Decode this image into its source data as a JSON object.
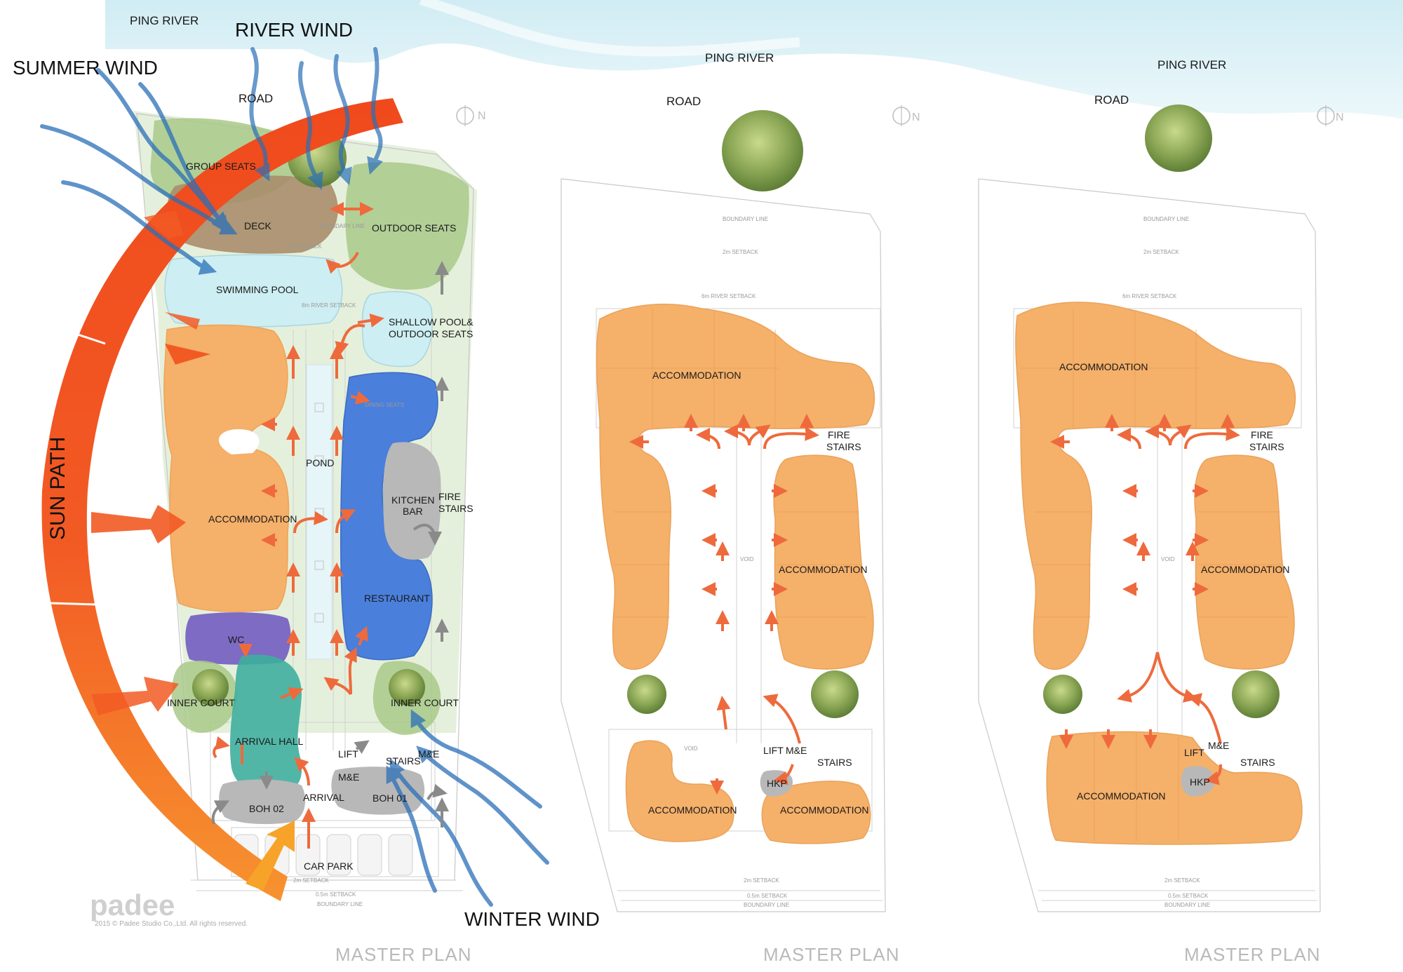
{
  "diagram": {
    "brand": {
      "logo": "padee",
      "copyright": "2015 © Padee Studio Co.,Ltd. All rights reserved."
    },
    "plan1": {
      "ping_river": "PING RIVER",
      "river_wind": "RIVER WIND",
      "summer_wind": "SUMMER WIND",
      "road": "ROAD",
      "sun_path": "SUN PATH",
      "winter_wind": "WINTER WIND",
      "north": "N",
      "group_seats": "GROUP SEATS",
      "deck": "DECK",
      "outdoor_seats": "OUTDOOR SEATS",
      "swimming_pool": "SWIMMING POOL",
      "shallow_pool_1": "SHALLOW POOL&",
      "shallow_pool_2": "OUTDOOR SEATS",
      "pond": "POND",
      "kitchen_1": "KITCHEN",
      "kitchen_2": "BAR",
      "fire_stairs_1": "FIRE",
      "fire_stairs_2": "STAIRS",
      "accommodation": "ACCOMMODATION",
      "restaurant": "RESTAURANT",
      "wc": "WC",
      "inner_court_left": "INNER COURT",
      "inner_court_right": "INNER COURT",
      "arrival_hall": "ARRIVAL HALL",
      "lift": "LIFT",
      "stairs": "STAIRS",
      "me_top": "M&E",
      "me_bottom": "M&E",
      "boh_01": "BOH 01",
      "boh_02": "BOH 02",
      "arrival": "ARRIVAL",
      "car_park": "CAR PARK",
      "master_plan": "MASTER PLAN"
    },
    "plan2": {
      "ping_river": "PING RIVER",
      "road": "ROAD",
      "north": "N",
      "accommodation_top": "ACCOMMODATION",
      "fire_1": "FIRE",
      "fire_2": "STAIRS",
      "accommodation_right": "ACCOMMODATION",
      "lift": "LIFT",
      "me": "M&E",
      "stairs": "STAIRS",
      "hkp": "HKP",
      "accommodation_bl": "ACCOMMODATION",
      "accommodation_br": "ACCOMMODATION",
      "master_plan": "MASTER PLAN"
    },
    "plan3": {
      "ping_river": "PING RIVER",
      "road": "ROAD",
      "north": "N",
      "accommodation_top": "ACCOMMODATION",
      "fire_1": "FIRE",
      "fire_2": "STAIRS",
      "accommodation_right": "ACCOMMODATION",
      "lift": "LIFT",
      "me": "M&E",
      "stairs": "STAIRS",
      "hkp": "HKP",
      "accommodation_bottom": "ACCOMMODATION",
      "master_plan": "MASTER PLAN"
    },
    "colors": {
      "accommodation": "#f5b06a",
      "restaurant": "#4a7fdc",
      "pool": "#cdeef2",
      "green": "#a9c98a",
      "deck": "#a98d6c",
      "wc": "#7d6bc4",
      "arrival": "#3fae9d",
      "service": "#b8b8b8",
      "sun_path": "#f2561d",
      "wind": "#2a6fb8",
      "arrow": "#ee6a3c",
      "river": "#d9f1f6"
    }
  }
}
